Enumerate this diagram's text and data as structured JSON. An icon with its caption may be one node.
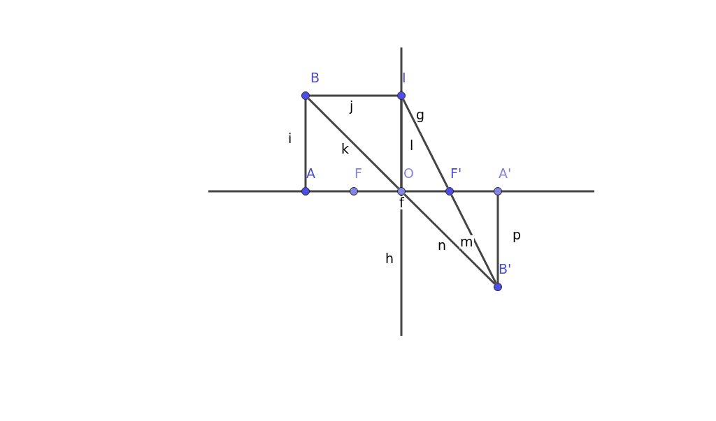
{
  "diagram": {
    "nodes": [
      {
        "text": [
          "B"
        ]
      },
      {
        "text": [
          "I"
        ]
      },
      {
        "text": [
          "A"
        ]
      },
      {
        "text": [
          "F"
        ]
      },
      {
        "text": [
          "O"
        ]
      },
      {
        "text": [
          "F'"
        ]
      },
      {
        "text": [
          "A'"
        ]
      },
      {
        "text": [
          "B'"
        ]
      }
    ],
    "edges": [
      {
        "from": 0,
        "to": 1,
        "arrow": "none",
        "label": "j"
      },
      {
        "from": 0,
        "to": 2,
        "arrow": "none",
        "label": "i"
      },
      {
        "from": 0,
        "to": 4,
        "arrow": "none",
        "label": "k"
      },
      {
        "from": 1,
        "to": 4,
        "arrow": "none",
        "label": "l"
      },
      {
        "from": 1,
        "to": 5,
        "arrow": "none",
        "label": "g"
      },
      {
        "from": 4,
        "to": 7,
        "arrow": "none",
        "label": "n"
      },
      {
        "from": 5,
        "to": 7,
        "arrow": "none",
        "label": "m"
      },
      {
        "from": 6,
        "to": 7,
        "arrow": "none",
        "label": "p"
      }
    ],
    "labels": [
      "f",
      "h"
    ]
  }
}
